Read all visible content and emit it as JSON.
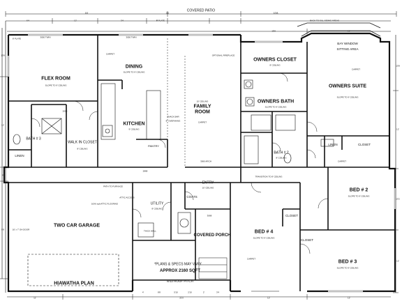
{
  "plan": {
    "name": "HIAWATHA PLAN",
    "sqft_note": "APPROX 2160 SQFT",
    "plans_note": "*PLANS & SPECS MAY VARY",
    "roof_pitch": "8/12 ROOF PITCH"
  },
  "exterior": {
    "covered_patio": "COVERED PATIO",
    "bay_window": "BAY WINDOW",
    "sitting_area": "SITTING AREA",
    "back_to_sill": "BACK TO SILL SIDING AREAS",
    "garage_door": "16' x 7' OH DOOR"
  },
  "rooms": {
    "flex_room": {
      "name": "FLEX ROOM",
      "ceiling": "SLOPE TO 9' CEILING"
    },
    "dining": {
      "name": "DINING",
      "ceiling": "SLOPE TO 9' CEILING"
    },
    "family_room": {
      "name": "FAMILY ROOM",
      "ceiling": "10' CEILING",
      "floor": "CARPET"
    },
    "kitchen": {
      "name": "KITCHEN",
      "ceiling": "9' CEILING"
    },
    "owners_closet": {
      "name": "OWNERS CLOSET",
      "ceiling": "8' CEILING"
    },
    "owners_suite": {
      "name": "OWNERS SUITE",
      "ceiling": "SLOPE TO 9' CEILING"
    },
    "owners_bath": {
      "name": "OWNERS BATH",
      "ceiling": "SLOPE TO 9' CEILING"
    },
    "bath2": {
      "name": "BATH # 2",
      "ceiling": "8' CEILING"
    },
    "bath3": {
      "name": "BATH # 3"
    },
    "walk_in_closet": {
      "name": "WALK IN CLOSET",
      "ceiling": "8' CEILING"
    },
    "linen_left": {
      "name": "LINEN"
    },
    "linen_right": {
      "name": "LINEN"
    },
    "closet_right": {
      "name": "CLOSET"
    },
    "pantry": {
      "name": "PANTRY"
    },
    "entry": {
      "name": "ENTRY",
      "ceiling": "10' CEILING"
    },
    "utility": {
      "name": "UTILITY",
      "ceiling": "8' CEILING"
    },
    "coats": {
      "name": "COATS"
    },
    "garage": {
      "name": "TWO CAR GARAGE"
    },
    "covered_porch": {
      "name": "COVERED PORCH"
    },
    "bed4": {
      "name": "BED # 4",
      "ceiling": "SLOPE TO 9' CEILING"
    },
    "bed2": {
      "name": "BED # 2",
      "ceiling": "SLOPE TO 9' CEILING"
    },
    "bed3": {
      "name": "BED # 3",
      "ceiling": "SLOPE TO 9' CEILING"
    },
    "closet_bed4": {
      "name": "CLOSET"
    },
    "closet_bed3": {
      "name": "CLOSET"
    }
  },
  "annotations": {
    "carpet": "CARPET",
    "snack_bar": "SNACK BAR",
    "overhang": "8\" OVERHANG",
    "optional_fireplace": "OPTIONAL FIREPLACE",
    "transition_ceiling": "TRANSITION TO 8' CEILING",
    "arch": "3060 ARCH",
    "path_furnace": "PATH TO FURNACE",
    "attic_access": "ATTIC ACCESS",
    "attic_flooring": "16X6 sqft ATTIC FLOORING",
    "thick_wall": "THICK WALL",
    "plate_8": "8' PLATE",
    "plate_9": "9' PLATE",
    "door_2868": "2868",
    "door_3068": "3068",
    "window_3050_twin": "3050 TWIN",
    "window_2050": "2050"
  },
  "dimensions": {
    "top_total": "24'",
    "top_left": "16'",
    "top_right": "10'8",
    "top_segs": [
      "6'4",
      "12'",
      "3'4",
      "4'",
      "15'8",
      "12'"
    ],
    "left_segs": [
      "13'8",
      "12'",
      "9'8",
      "4'",
      "12'"
    ],
    "right_segs": [
      "13'8",
      "12'",
      "13'2",
      "12'"
    ],
    "bottom_segs": [
      "11'",
      "21'0",
      "12'",
      "12'"
    ],
    "bottom_mid": [
      "4'",
      "8'8",
      "5'10",
      "2'10",
      "2'",
      "3'4"
    ]
  }
}
